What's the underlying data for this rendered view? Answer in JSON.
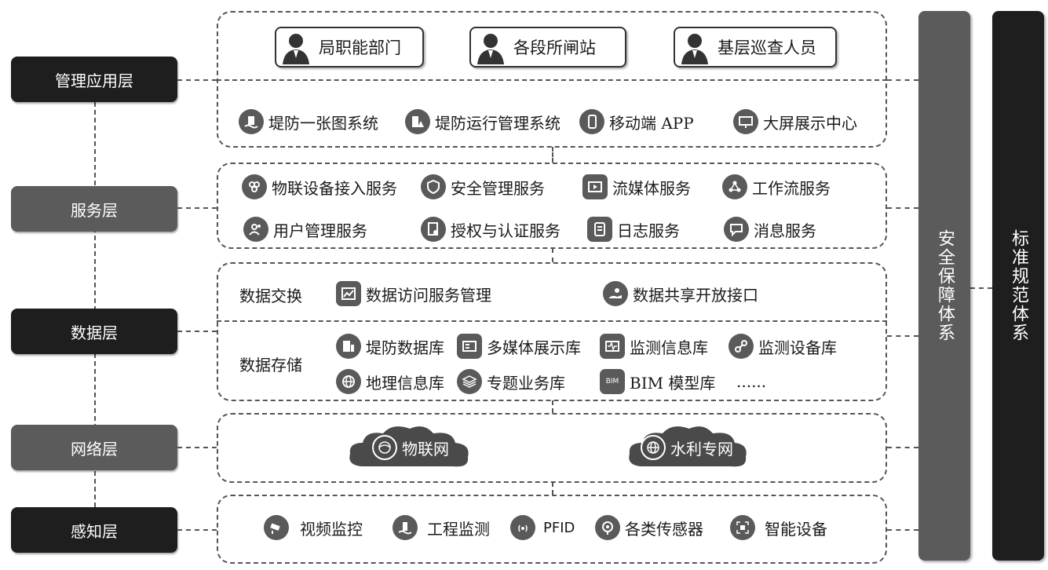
{
  "layers": {
    "management": "管理应用层",
    "service": "服务层",
    "data": "数据层",
    "network": "网络层",
    "perception": "感知层"
  },
  "right_bars": {
    "security": "安全保障体系",
    "standards": "标准规范体系"
  },
  "management_layer": {
    "roles": [
      "局职能部门",
      "各段所闸站",
      "基层巡查人员"
    ],
    "systems": [
      "堤防一张图系统",
      "堤防运行管理系统",
      "移动端 APP",
      "大屏展示中心"
    ]
  },
  "service_layer": {
    "row1": [
      "物联设备接入服务",
      "安全管理服务",
      "流媒体服务",
      "工作流服务"
    ],
    "row2": [
      "用户管理服务",
      "授权与认证服务",
      "日志服务",
      "消息服务"
    ]
  },
  "data_layer": {
    "exchange_label": "数据交换",
    "exchange_items": [
      "数据访问服务管理",
      "数据共享开放接口"
    ],
    "storage_label": "数据存储",
    "storage_row1": [
      "堤防数据库",
      "多媒体展示库",
      "监测信息库",
      "监测设备库"
    ],
    "storage_row2": [
      "地理信息库",
      "专题业务库",
      "BIM 模型库"
    ],
    "more": "......"
  },
  "network_layer": {
    "items": [
      "物联网",
      "水利专网"
    ]
  },
  "perception_layer": {
    "items": [
      "视频监控",
      "工程监测",
      "PFID",
      "各类传感器",
      "智能设备"
    ]
  },
  "icon_names": {
    "bim_icon_text": "BIM"
  }
}
